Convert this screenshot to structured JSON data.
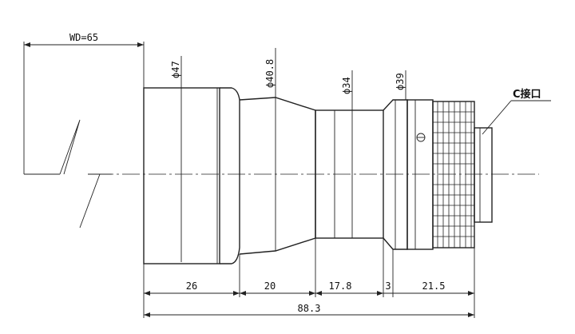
{
  "working_distance": "WD=65",
  "diameters": {
    "d47": "ϕ47",
    "d40_8": "ϕ40.8",
    "d34": "ϕ34",
    "d39": "ϕ39"
  },
  "lengths": {
    "l26": "26",
    "l20": "20",
    "l17_8": "17.8",
    "l3": "3",
    "l21_5": "21.5",
    "total": "88.3"
  },
  "mount_label": "C接口"
}
